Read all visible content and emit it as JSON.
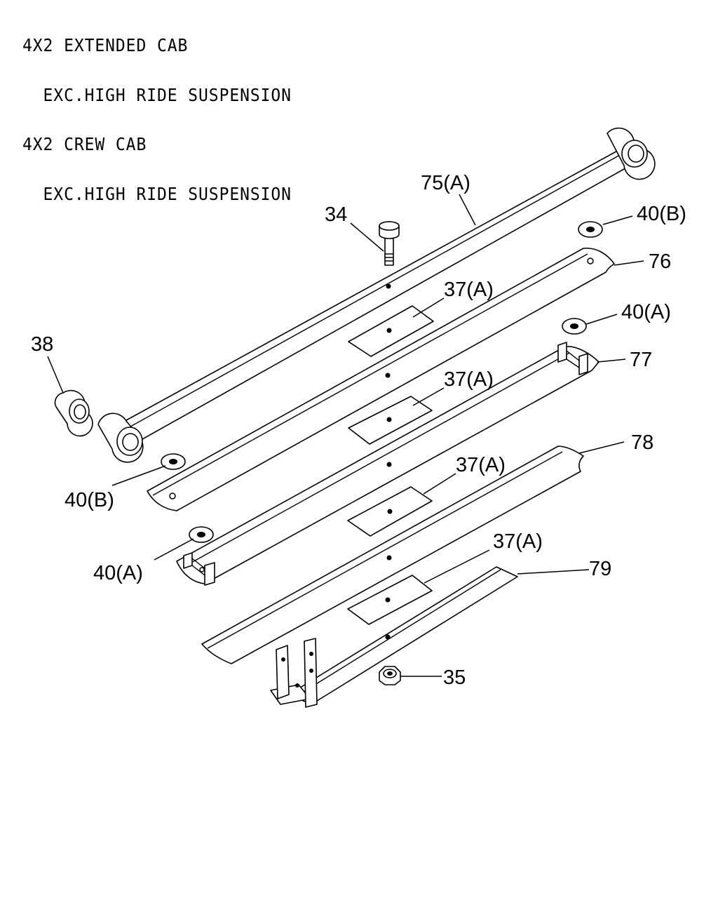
{
  "header": {
    "lines": [
      "4X2 EXTENDED CAB",
      "  EXC.HIGH RIDE SUSPENSION",
      "4X2 CREW CAB",
      "  EXC.HIGH RIDE SUSPENSION"
    ]
  },
  "callouts": {
    "p75a": "75(A)",
    "p34": "34",
    "p40b_top": "40(B)",
    "p76": "76",
    "p37a_1": "37(A)",
    "p40a_top": "40(A)",
    "p38": "38",
    "p77": "77",
    "p37a_2": "37(A)",
    "p78": "78",
    "p37a_3": "37(A)",
    "p40b_left": "40(B)",
    "p37a_4": "37(A)",
    "p79": "79",
    "p40a_left": "40(A)",
    "p35": "35"
  }
}
